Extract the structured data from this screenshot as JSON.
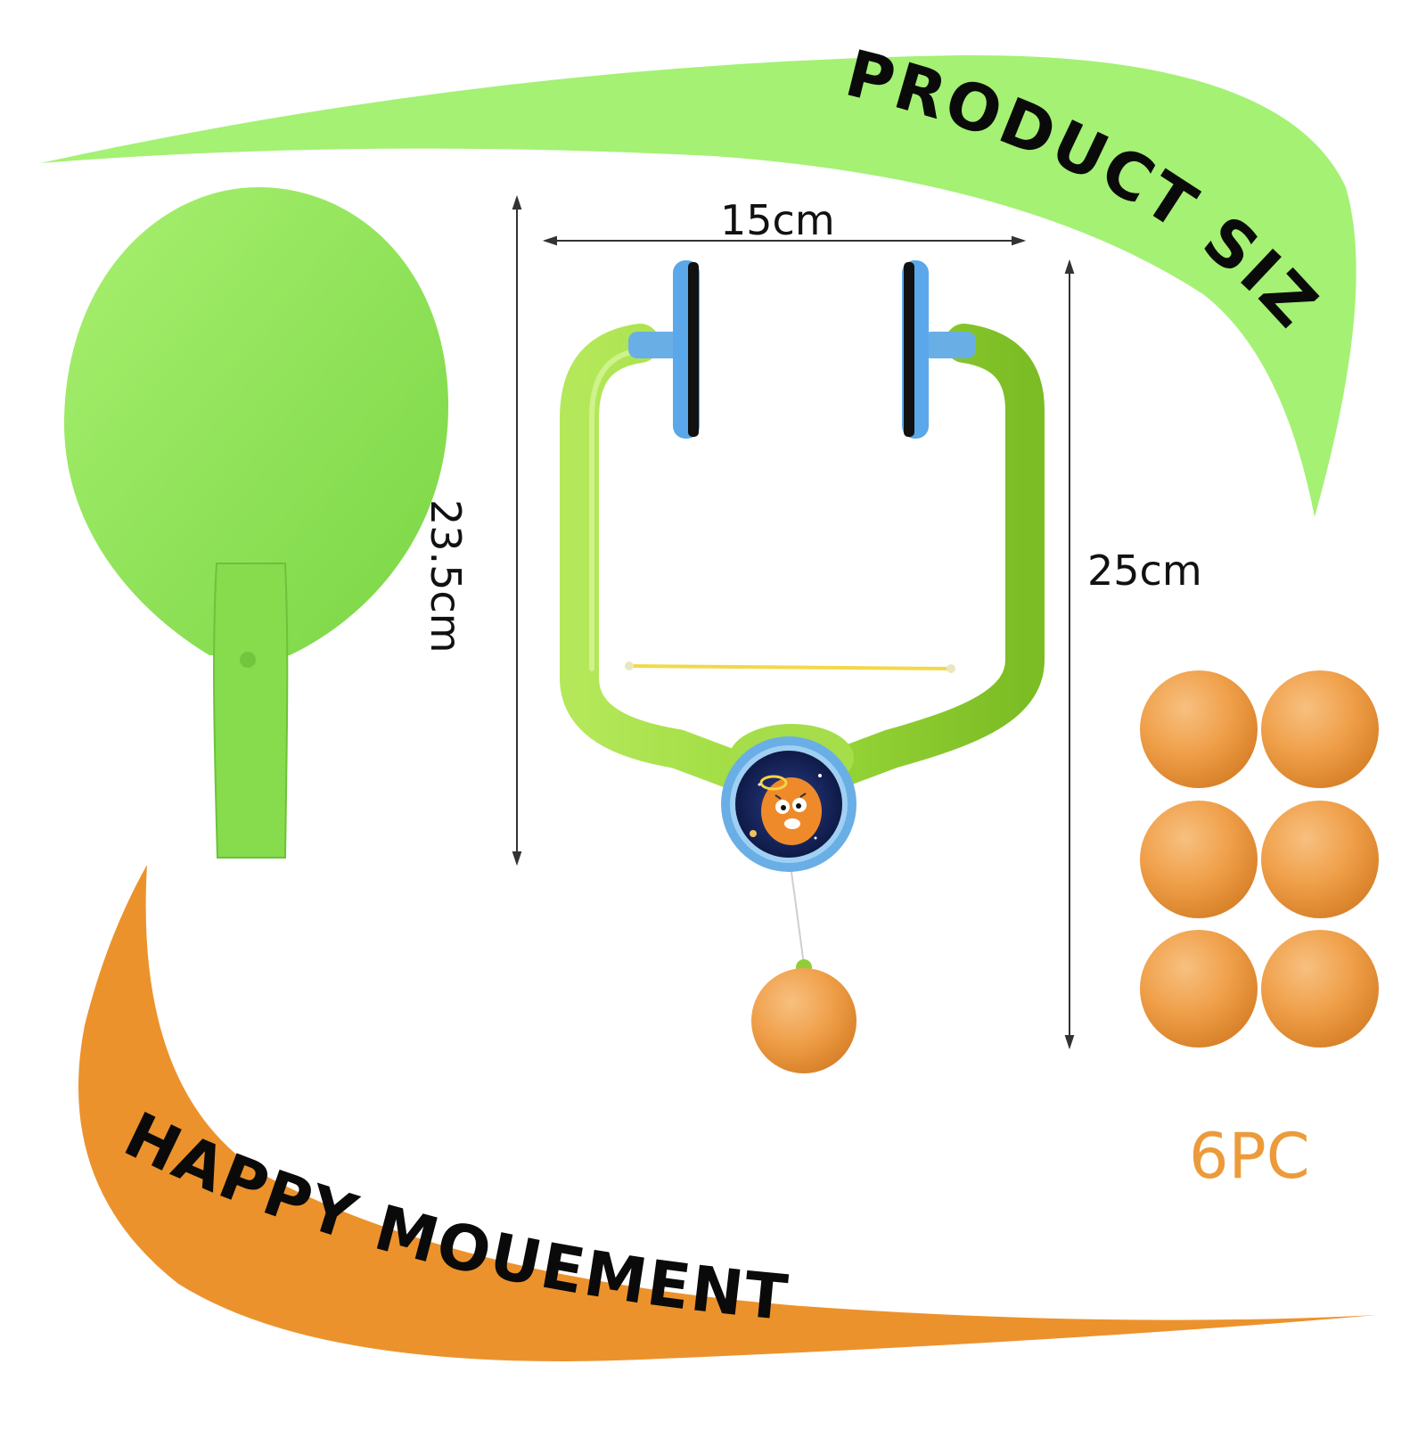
{
  "banner_top": {
    "text": "PRODUCT SIZE",
    "color": "#a4f174"
  },
  "banner_bottom": {
    "text": "HAPPY MOUEMENT",
    "color": "#ec922c"
  },
  "dimensions": {
    "frame_width": "15cm",
    "frame_height": "25cm",
    "paddle_height": "23.5cm"
  },
  "ball_count": "6PC",
  "colors": {
    "paddle": "#8fe35a",
    "frame": "#9ad93a",
    "ball": "#f0a04a",
    "cap": "#6aaee6",
    "text": "#111111",
    "count": "#ec9b3b"
  }
}
